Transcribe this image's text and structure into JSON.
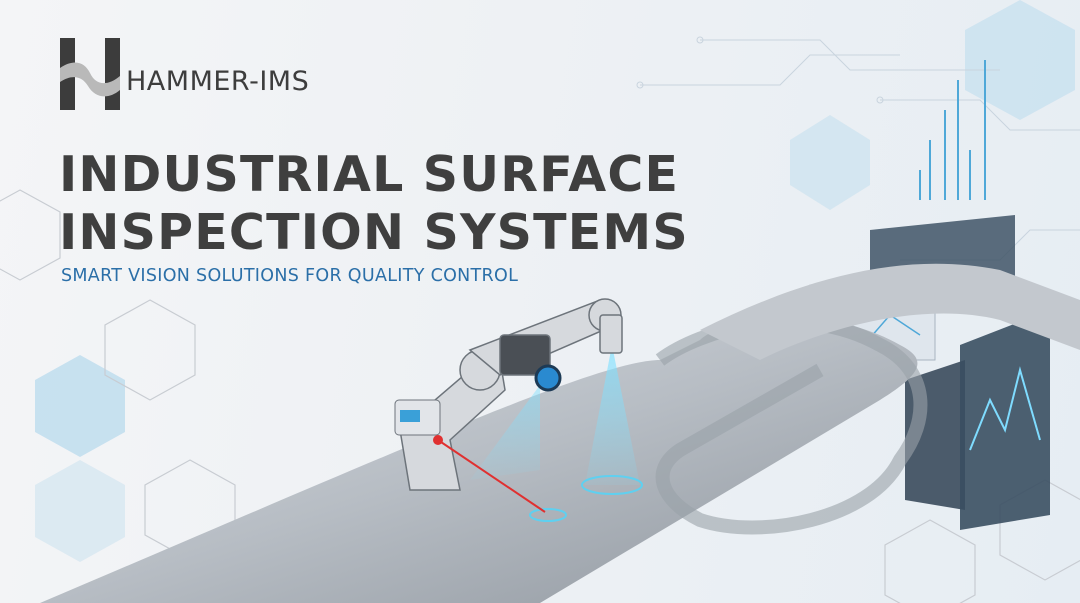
{
  "brand": {
    "name": "HAMMER-IMS",
    "logo_letter": "H"
  },
  "hero": {
    "title_line1": "INDUSTRIAL SURFACE",
    "title_line2": "INSPECTION SYSTEMS",
    "subtitle": "SMART VISION SOLUTIONS FOR QUALITY CONTROL"
  },
  "colors": {
    "accent": "#2b6fa8",
    "title": "#3f3f3f",
    "hexagon": "#bcdcee",
    "scan": "#5fd0f0",
    "laser": "#e03030"
  },
  "illustration": {
    "elements": [
      "robot-arm",
      "camera",
      "laser-sensor",
      "steel-sheet-conveyor",
      "data-dashboards",
      "circuit-lines",
      "hexagons"
    ]
  }
}
